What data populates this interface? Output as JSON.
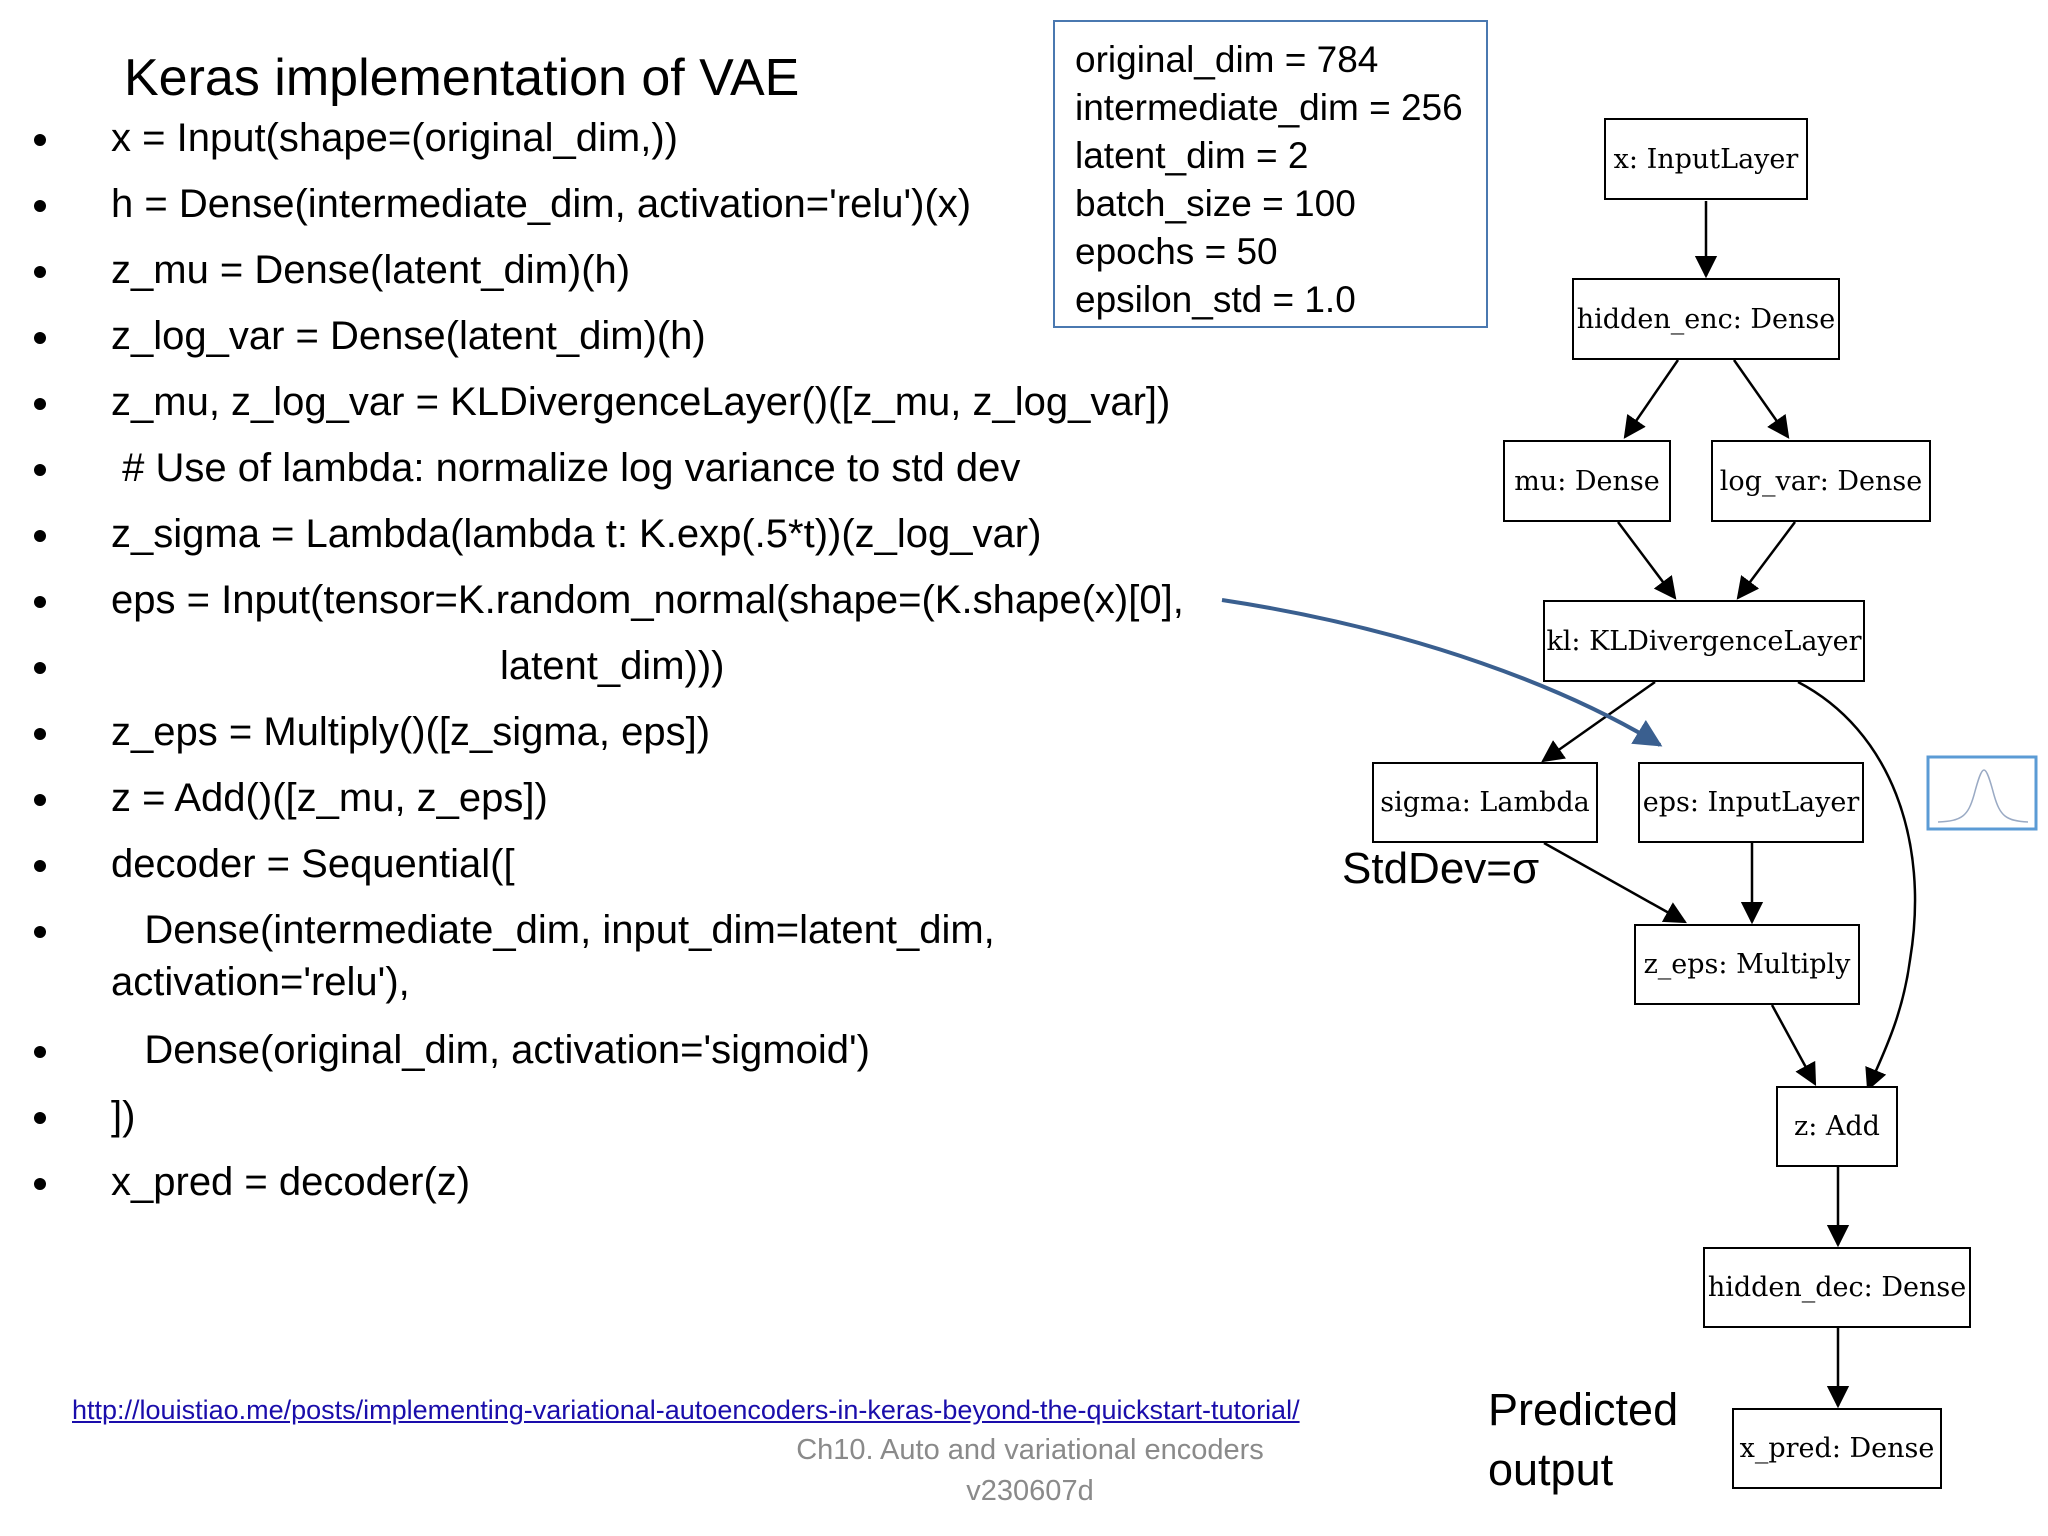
{
  "title": "Keras implementation of VAE",
  "bullets": [
    "x = Input(shape=(original_dim,))",
    "h = Dense(intermediate_dim, activation='relu')(x)",
    "z_mu = Dense(latent_dim)(h)",
    "z_log_var = Dense(latent_dim)(h)",
    "z_mu, z_log_var = KLDivergenceLayer()([z_mu, z_log_var])",
    " # Use of lambda: normalize log variance to std dev",
    "z_sigma = Lambda(lambda t: K.exp(.5*t))(z_log_var)",
    "eps = Input(tensor=K.random_normal(shape=(K.shape(x)[0],",
    "                                   latent_dim)))",
    "z_eps = Multiply()([z_sigma, eps])",
    "z = Add()([z_mu, z_eps])",
    "decoder = Sequential([",
    "   Dense(intermediate_dim, input_dim=latent_dim,",
    "activation='relu'),",
    "   Dense(original_dim, activation='sigmoid')",
    "])",
    "x_pred = decoder(z)"
  ],
  "params": [
    "original_dim = 784",
    "intermediate_dim = 256",
    "latent_dim = 2",
    "batch_size = 100",
    "epochs = 50",
    "epsilon_std = 1.0"
  ],
  "graph_nodes": {
    "x_input": "x: InputLayer",
    "hidden_enc": "hidden_enc: Dense",
    "mu": "mu: Dense",
    "log_var": "log_var: Dense",
    "kl": "kl: KLDivergenceLayer",
    "sigma": "sigma: Lambda",
    "eps": "eps: InputLayer",
    "z_eps": "z_eps: Multiply",
    "z_add": "z: Add",
    "hidden_dec": "hidden_dec: Dense",
    "x_pred": "x_pred: Dense"
  },
  "annotations": {
    "stddev": "StdDev=σ",
    "predicted": "Predicted\noutput"
  },
  "link": "http://louistiao.me/posts/implementing-variational-autoencoders-in-keras-beyond-the-quickstart-tutorial/",
  "footer": {
    "line1": "Ch10. Auto and variational encoders",
    "line2": "v230607d"
  },
  "colors": {
    "arrow_blue": "#3a5f8f",
    "box_border": "#4a78b0",
    "link": "#1a0dab",
    "footer": "#8a8a8a"
  }
}
